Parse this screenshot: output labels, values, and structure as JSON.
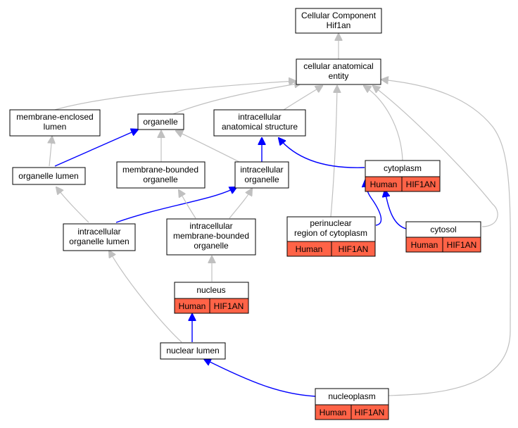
{
  "colors": {
    "grey_edge": "#c0c0c0",
    "blue_edge": "#0000ff",
    "annotation_fill": "#ff6347"
  },
  "nodes": {
    "root": {
      "line1": "Cellular Component",
      "line2": "Hif1an"
    },
    "cae": {
      "line1": "cellular anatomical",
      "line2": "entity"
    },
    "membrane_enclosed_lumen": {
      "line1": "membrane-enclosed",
      "line2": "lumen"
    },
    "organelle": {
      "line1": "organelle"
    },
    "intracellular_anatomical_structure": {
      "line1": "intracellular",
      "line2": "anatomical structure"
    },
    "organelle_lumen": {
      "line1": "organelle lumen"
    },
    "membrane_bounded_organelle": {
      "line1": "membrane-bounded",
      "line2": "organelle"
    },
    "intracellular_organelle": {
      "line1": "intracellular",
      "line2": "organelle"
    },
    "cytoplasm": {
      "line1": "cytoplasm",
      "species": "Human",
      "gene": "HIF1AN"
    },
    "intracellular_organelle_lumen": {
      "line1": "intracellular",
      "line2": "organelle lumen"
    },
    "intracellular_membrane_bounded_organelle": {
      "line1": "intracellular",
      "line2": "membrane-bounded",
      "line3": "organelle"
    },
    "perinuclear_region": {
      "line1": "perinuclear",
      "line2": "region of cytoplasm",
      "species": "Human",
      "gene": "HIF1AN"
    },
    "cytosol": {
      "line1": "cytosol",
      "species": "Human",
      "gene": "HIF1AN"
    },
    "nucleus": {
      "line1": "nucleus",
      "species": "Human",
      "gene": "HIF1AN"
    },
    "nuclear_lumen": {
      "line1": "nuclear lumen"
    },
    "nucleoplasm": {
      "line1": "nucleoplasm",
      "species": "Human",
      "gene": "HIF1AN"
    }
  }
}
